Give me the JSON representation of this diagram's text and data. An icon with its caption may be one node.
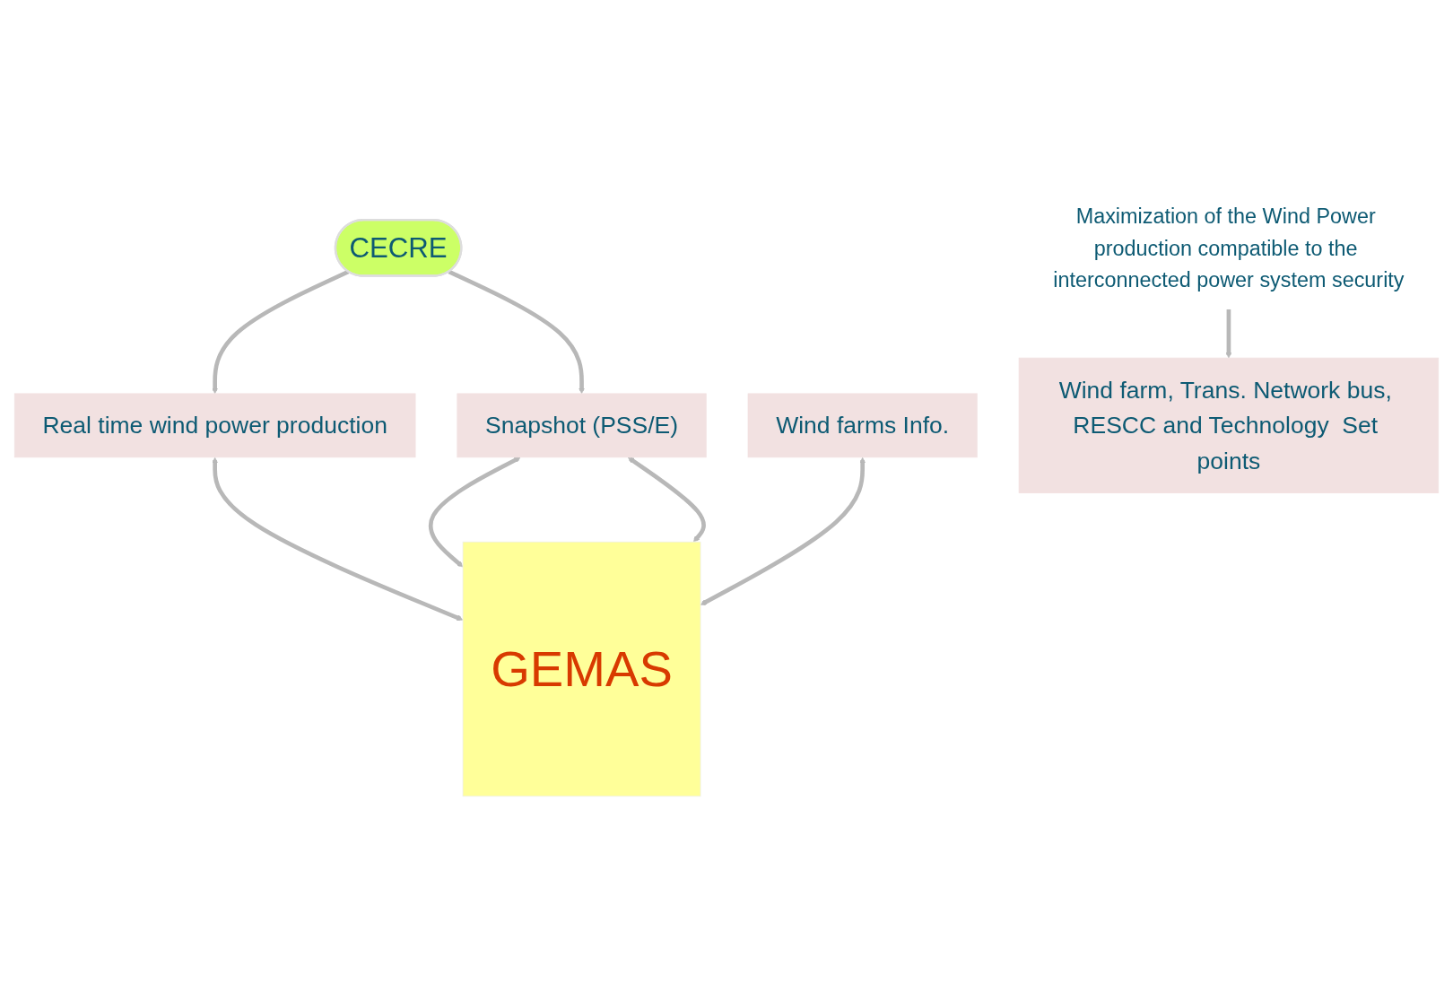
{
  "diagram": {
    "nodes": [
      {
        "text": [
          "CECRE"
        ]
      },
      {
        "text": [
          "Real time wind power production"
        ]
      },
      {
        "text": [
          "Snapshot (PSS/E)"
        ]
      },
      {
        "text": [
          "Wind farms Info."
        ]
      },
      {
        "text": [
          "GEMAS"
        ]
      },
      {
        "text": [
          "Maximization of the Wind Power production compatible to the interconnected power system security"
        ]
      },
      {
        "text": [
          "Wind farm, Trans. Network bus, RESCC and Technology  Set points"
        ]
      }
    ],
    "edges": [
      {
        "from": 0,
        "to": 1,
        "arrow": "to"
      },
      {
        "from": 0,
        "to": 2,
        "arrow": "to"
      },
      {
        "from": 1,
        "to": 4,
        "arrow": "both"
      },
      {
        "from": 2,
        "to": 4,
        "arrow": "both"
      },
      {
        "from": 2,
        "to": 4,
        "arrow": "both"
      },
      {
        "from": 3,
        "to": 4,
        "arrow": "both"
      },
      {
        "from": 5,
        "to": 6,
        "arrow": "to"
      }
    ]
  }
}
